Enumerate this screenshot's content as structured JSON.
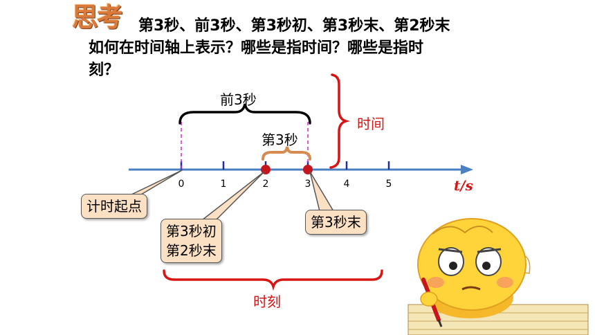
{
  "logo_text": "思考",
  "question": {
    "line1": "第3秒、前3秒、第3秒初、第3秒末、第2秒末",
    "line2": "如何在时间轴上表示？哪些是指时间？哪些是指时",
    "line3": "刻？"
  },
  "diagram": {
    "brace_top_label": "前3秒",
    "brace_inner_label": "第3秒",
    "interval_label": "时间",
    "moment_label": "时刻",
    "axis_label": "t/s",
    "ticks": [
      "0",
      "1",
      "2",
      "3",
      "4",
      "5"
    ],
    "callouts": {
      "start": "计时起点",
      "third_start_line1": "第3秒初",
      "third_start_line2": "第2秒末",
      "third_end": "第3秒末"
    },
    "colors": {
      "axis": "#4a7fc1",
      "tick": "#1a2fa0",
      "dot": "#c4161c",
      "dash": "#d424d4",
      "brace_small": "#d58b52",
      "red": "#d81414"
    }
  }
}
